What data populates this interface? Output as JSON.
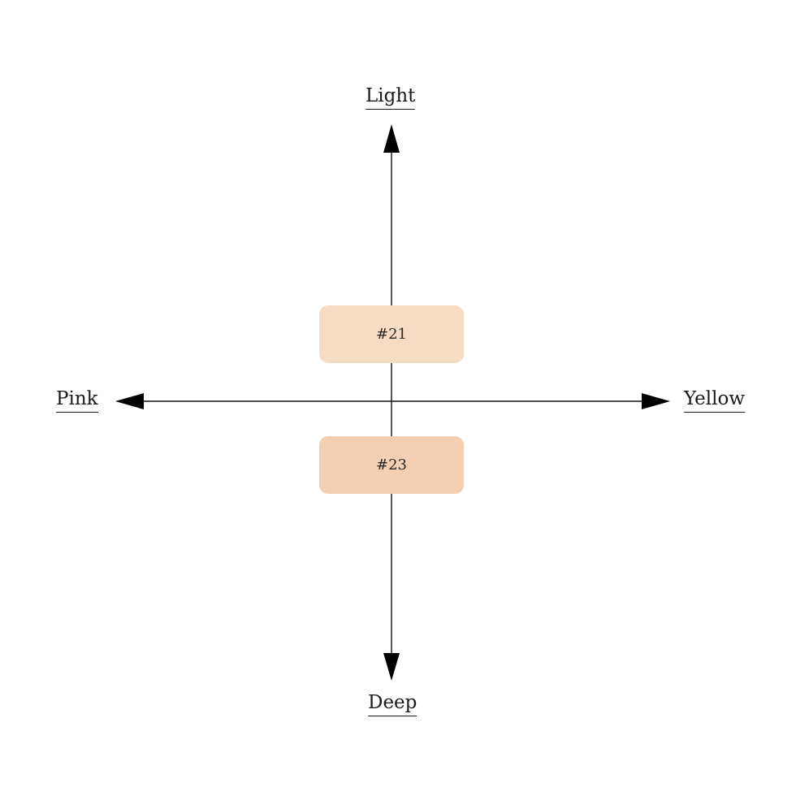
{
  "axes": {
    "top_label": "Light",
    "bottom_label": "Deep",
    "left_label": "Pink",
    "right_label": "Yellow",
    "line_color": "#111111"
  },
  "swatches": [
    {
      "label": "#21",
      "color": "#f7dcc5"
    },
    {
      "label": "#23",
      "color": "#f4cfb2"
    }
  ]
}
